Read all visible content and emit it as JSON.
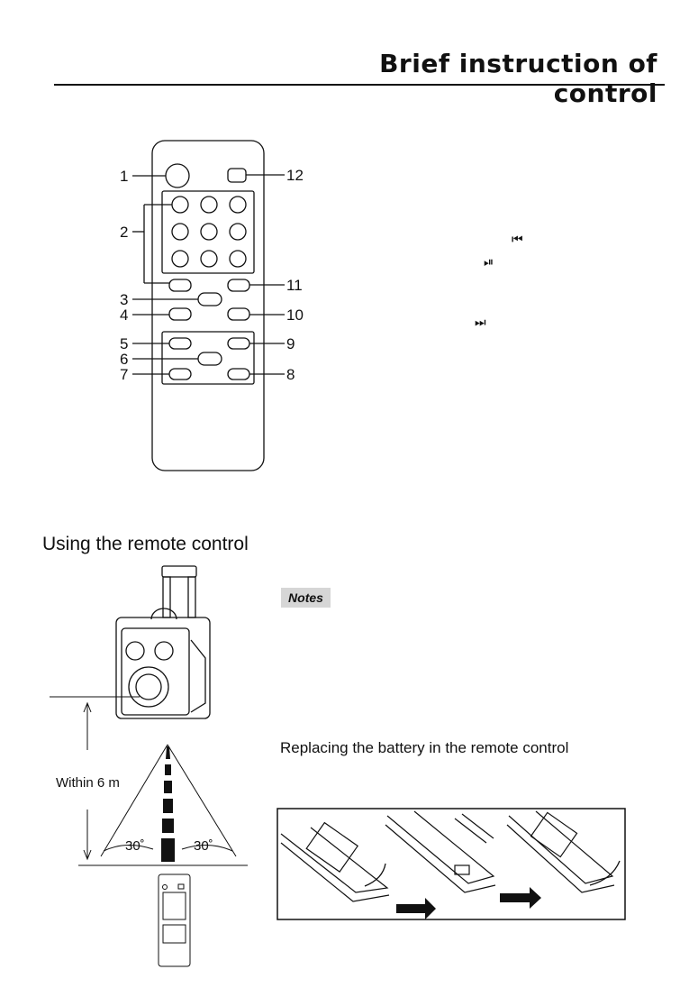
{
  "header": {
    "title": "Brief instruction of control"
  },
  "remote_diagram": {
    "callouts": [
      "1",
      "2",
      "3",
      "4",
      "5",
      "6",
      "7",
      "8",
      "9",
      "10",
      "11",
      "12"
    ],
    "icons": {
      "prev": "⏮",
      "play_pause": "⏯",
      "next": "⏭"
    }
  },
  "section": {
    "heading": "Using the remote control"
  },
  "notes": {
    "label": "Notes"
  },
  "battery": {
    "heading": "Replacing the battery in the remote control"
  },
  "range": {
    "distance": "Within 6 m",
    "angle_left": "30˚",
    "angle_right": "30˚"
  }
}
